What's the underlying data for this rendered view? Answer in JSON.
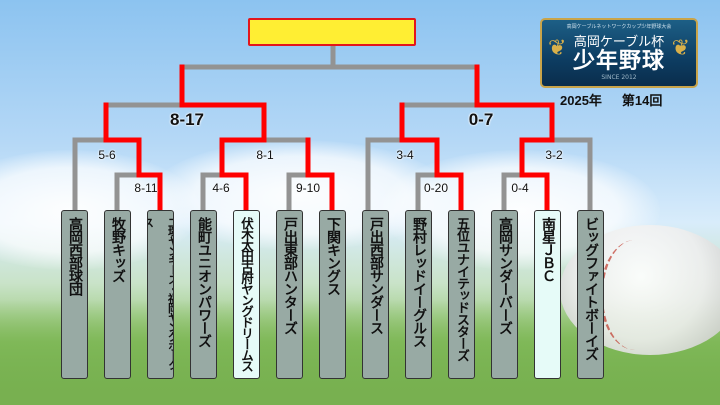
{
  "title": "",
  "logo": {
    "subtitle": "高岡ケーブルネットワークカップ少年野球大会",
    "cup": "高岡ケーブル杯",
    "main": "少年野球",
    "since": "SINCE 2012"
  },
  "edition": {
    "year": "2025年",
    "round": "第14回"
  },
  "colors": {
    "winner_line": "#ff0000",
    "loser_line": "#939393",
    "team_box": "#98aaa4",
    "highlight_box": "#e6fbf8"
  },
  "scores": {
    "semi_left": "8-17",
    "semi_right": "0-7",
    "r2_a": "5-6",
    "r2_b": "8-1",
    "r2_c": "3-4",
    "r2_d": "3-2",
    "r1_a": "8-11",
    "r1_b": "4-6",
    "r1_c": "9-10",
    "r1_d": "0-20",
    "r1_e": "0-4"
  },
  "teams": [
    {
      "name": "高岡西部球団"
    },
    {
      "name": "牧野キッズ"
    },
    {
      "name": "二塚ヤンキース・福岡ヤングホークス"
    },
    {
      "name": "能町ユニオンパワーズ"
    },
    {
      "name": "伏木太田古府ヤングドリームス"
    },
    {
      "name": "戸出東部ハンターズ"
    },
    {
      "name": "下関キングス"
    },
    {
      "name": "戸出西部サンダース"
    },
    {
      "name": "野村レッドイーグルス"
    },
    {
      "name": "五位ユナイテッドスターズ"
    },
    {
      "name": "高岡サンダーバーズ"
    },
    {
      "name": "南星ＪＢＣ"
    },
    {
      "name": "ビッグファイトボーイズ"
    }
  ]
}
